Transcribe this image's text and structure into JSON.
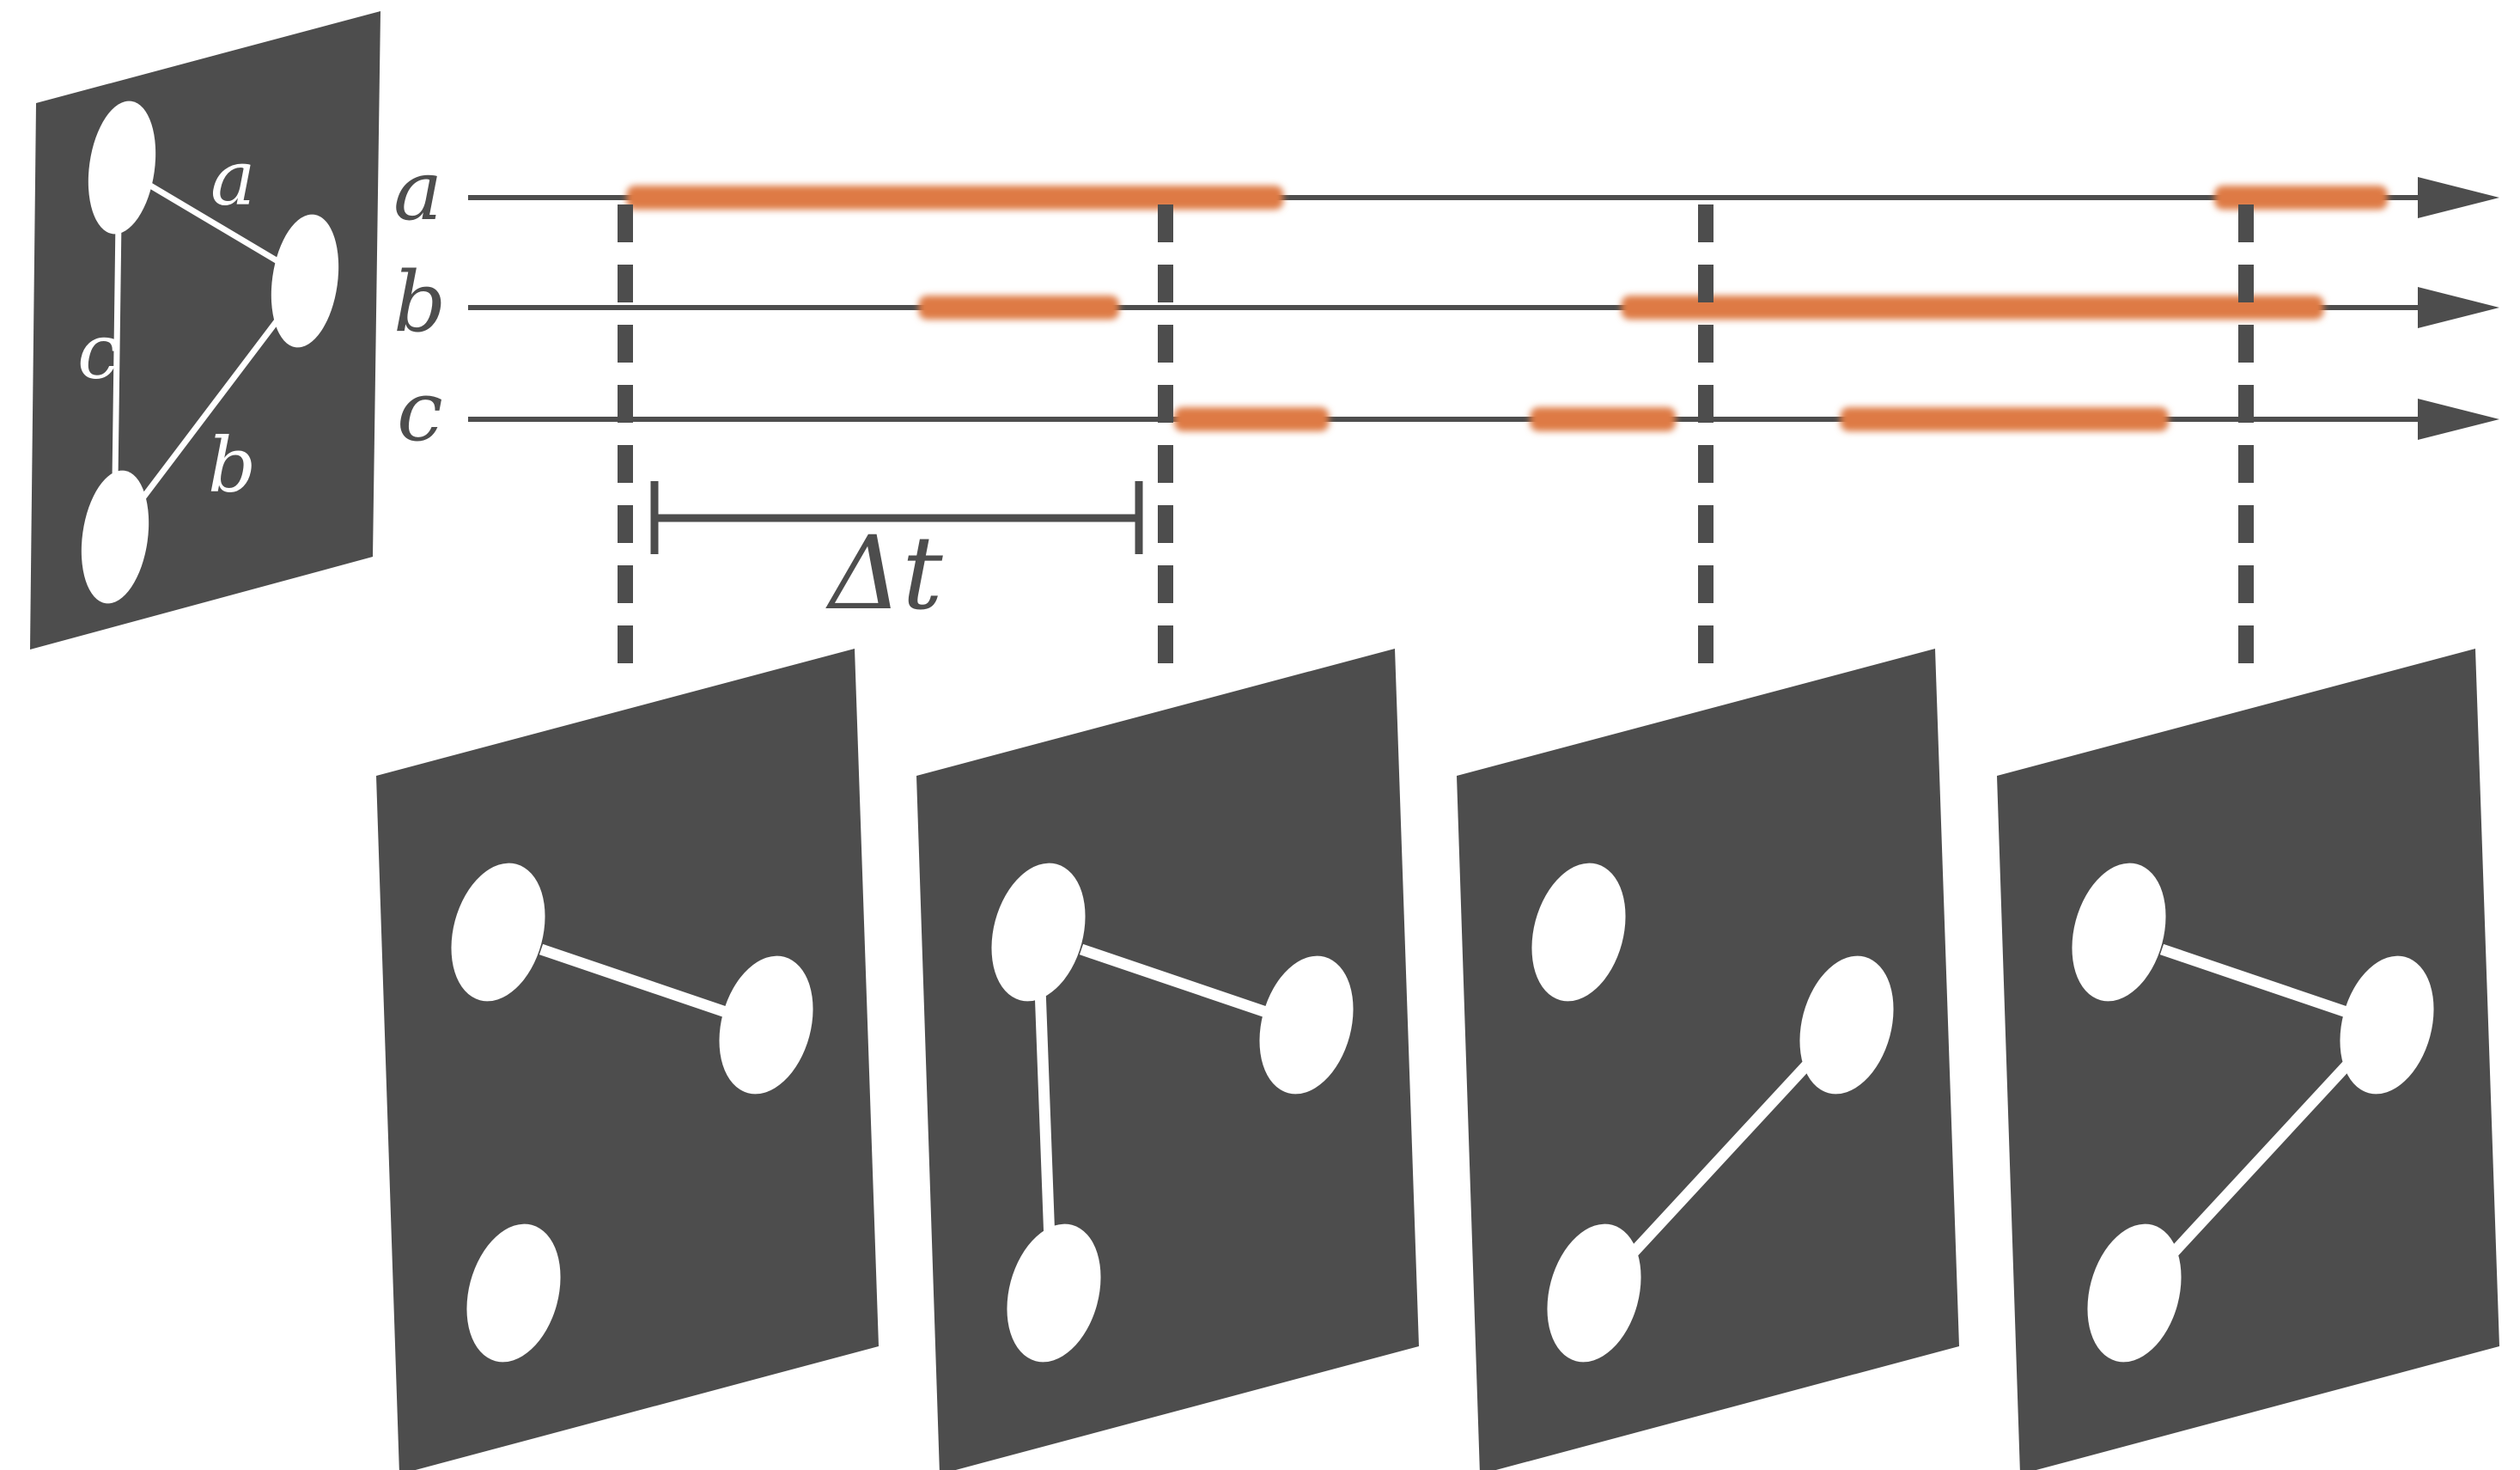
{
  "colors": {
    "panel": "#4d4d4d",
    "node": "#ffffff",
    "edge": "#ffffff",
    "axis": "#4d4d4d",
    "activity": "#de7a45",
    "background": "#ffffff"
  },
  "aggregate_graph": {
    "edges": [
      {
        "label": "a",
        "from": "top",
        "to": "right"
      },
      {
        "label": "b",
        "from": "right",
        "to": "bottom"
      },
      {
        "label": "c",
        "from": "top",
        "to": "bottom"
      }
    ]
  },
  "timelines": [
    {
      "label": "a",
      "active_intervals": [
        [
          0.035,
          0.395
        ],
        [
          0.905,
          1.0
        ]
      ]
    },
    {
      "label": "b",
      "active_intervals": [
        [
          0.195,
          0.305
        ],
        [
          0.58,
          0.965
        ]
      ]
    },
    {
      "label": "c",
      "active_intervals": [
        [
          0.335,
          0.42
        ],
        [
          0.53,
          0.61
        ],
        [
          0.7,
          0.88
        ]
      ]
    }
  ],
  "window": {
    "label": "Δt"
  },
  "snapshots": [
    {
      "name": "snapshot-1",
      "edges": [
        "a"
      ]
    },
    {
      "name": "snapshot-2",
      "edges": [
        "a",
        "c"
      ]
    },
    {
      "name": "snapshot-3",
      "edges": [
        "b"
      ]
    },
    {
      "name": "snapshot-4",
      "edges": [
        "a",
        "b"
      ]
    }
  ]
}
